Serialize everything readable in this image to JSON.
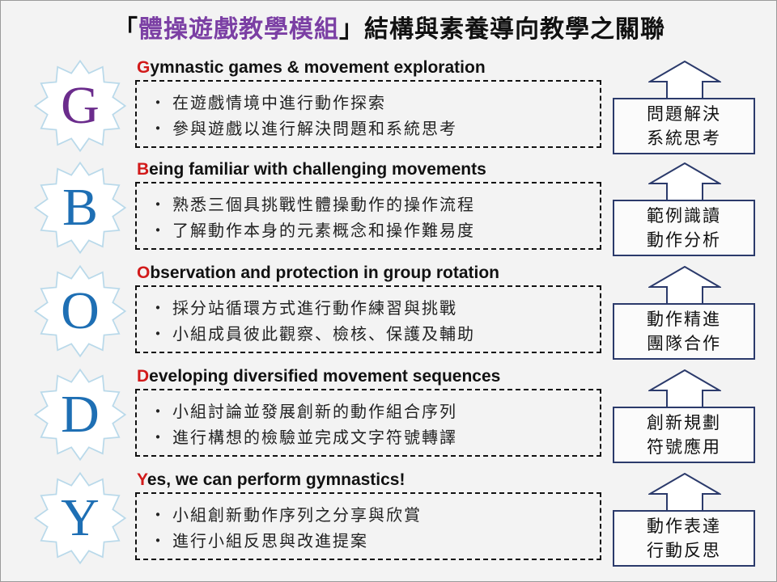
{
  "title": {
    "open": "「",
    "accent": "體操遊戲教學模組",
    "rest": "」結構與素養導向教學之關聯"
  },
  "colors": {
    "accent": "#7b3fa4",
    "initial": "#d21a1a",
    "g_letter": "#6b2c8c",
    "letter": "#1e6fb4",
    "skill_border": "#2b3a6b"
  },
  "bullet": "・",
  "rows": [
    {
      "letter": "G",
      "initial": "G",
      "heading_rest": "ymnastic games & movement exploration",
      "items": [
        "在遊戲情境中進行動作探索",
        "參與遊戲以進行解決問題和系統思考"
      ],
      "skills": [
        "問題解決",
        "系統思考"
      ]
    },
    {
      "letter": "B",
      "initial": "B",
      "heading_rest": "eing familiar with challenging movements",
      "items": [
        "熟悉三個具挑戰性體操動作的操作流程",
        "了解動作本身的元素概念和操作難易度"
      ],
      "skills": [
        "範例識讀",
        "動作分析"
      ]
    },
    {
      "letter": "O",
      "initial": "O",
      "heading_rest": "bservation and protection in group rotation",
      "items": [
        "採分站循環方式進行動作練習與挑戰",
        "小組成員彼此觀察、檢核、保護及輔助"
      ],
      "skills": [
        "動作精進",
        "團隊合作"
      ]
    },
    {
      "letter": "D",
      "initial": "D",
      "heading_rest": "eveloping diversified movement sequences",
      "items": [
        "小組討論並發展創新的動作組合序列",
        "進行構想的檢驗並完成文字符號轉譯"
      ],
      "skills": [
        "創新規劃",
        "符號應用"
      ]
    },
    {
      "letter": "Y",
      "initial": "Y",
      "heading_rest": "es, we can perform gymnastics!",
      "items": [
        "小組創新動作序列之分享與欣賞",
        "進行小組反思與改進提案"
      ],
      "skills": [
        "動作表達",
        "行動反思"
      ]
    }
  ]
}
